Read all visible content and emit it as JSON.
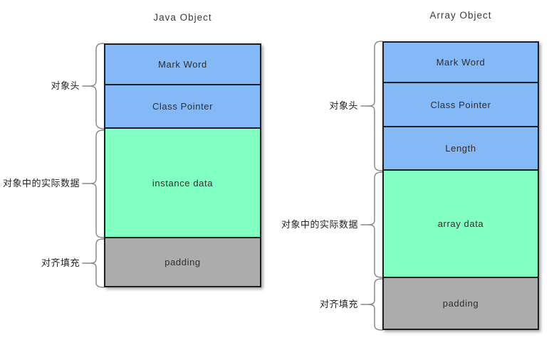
{
  "diagrams": [
    {
      "title": "Java Object",
      "segments": [
        {
          "label": "Mark Word",
          "kind": "header"
        },
        {
          "label": "Class Pointer",
          "kind": "header"
        },
        {
          "label": "instance data",
          "kind": "data"
        },
        {
          "label": "padding",
          "kind": "padding"
        }
      ],
      "group_labels": [
        {
          "label": "对象头"
        },
        {
          "label": "对象中的实际数据"
        },
        {
          "label": "对齐填充"
        }
      ]
    },
    {
      "title": "Array Object",
      "segments": [
        {
          "label": "Mark Word",
          "kind": "header"
        },
        {
          "label": "Class Pointer",
          "kind": "header"
        },
        {
          "label": "Length",
          "kind": "header"
        },
        {
          "label": "array data",
          "kind": "data"
        },
        {
          "label": "padding",
          "kind": "padding"
        }
      ],
      "group_labels": [
        {
          "label": "对象头"
        },
        {
          "label": "对象中的实际数据"
        },
        {
          "label": "对齐填充"
        }
      ]
    }
  ],
  "colors": {
    "header_blue": "#85B8F6",
    "data_green": "#82FFC2",
    "padding_gray": "#ACACAC",
    "box_border": "#1E1E1E",
    "brace_gray": "#8A8A8A",
    "text": "#2E2E2E"
  }
}
